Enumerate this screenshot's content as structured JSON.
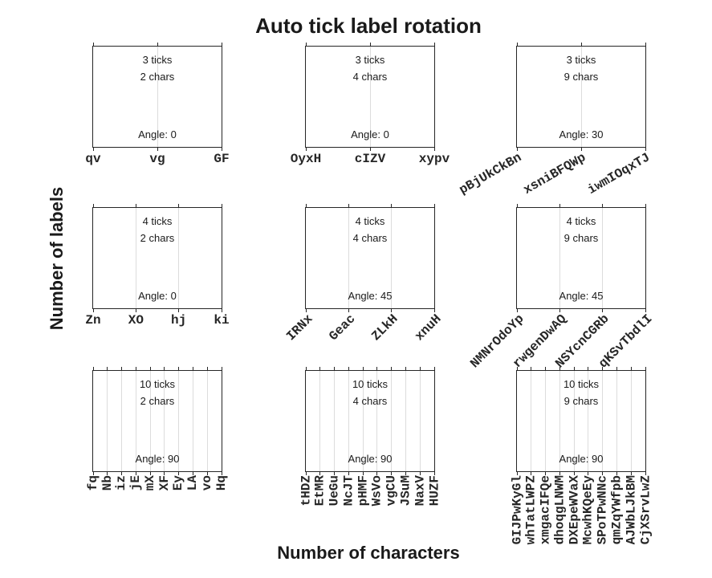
{
  "title": "Auto tick label rotation",
  "axis_labels": {
    "xlabel": "Number of characters",
    "ylabel": "Number of labels"
  },
  "colors": {
    "background": "#ffffff",
    "axes_border": "#262626",
    "gridline": "#dcdcdc",
    "text": "#1a1a1a",
    "tick_label": "#262626"
  },
  "chart_data": {
    "type": "ticklabel-rotation-demo",
    "title": "Auto tick label rotation",
    "xlabel": "Number of characters",
    "ylabel": "Number of labels",
    "grid": true,
    "layout": {
      "rows": 3,
      "cols": 3
    },
    "panels": [
      {
        "row": 1,
        "col": 1,
        "ticks": 3,
        "chars": 2,
        "angle": 0,
        "annotations": [
          "3 ticks",
          "2 chars",
          "Angle: 0"
        ],
        "tick_labels": [
          "qv",
          "vg",
          "GF"
        ]
      },
      {
        "row": 1,
        "col": 2,
        "ticks": 3,
        "chars": 4,
        "angle": 0,
        "annotations": [
          "3 ticks",
          "4 chars",
          "Angle: 0"
        ],
        "tick_labels": [
          "OyxH",
          "cIZV",
          "xypv"
        ]
      },
      {
        "row": 1,
        "col": 3,
        "ticks": 3,
        "chars": 9,
        "angle": 30,
        "annotations": [
          "3 ticks",
          "9 chars",
          "Angle: 30"
        ],
        "tick_labels": [
          "pBjUkCkBn",
          "xsniBFQWp",
          "iwmIOqxTJ"
        ]
      },
      {
        "row": 2,
        "col": 1,
        "ticks": 4,
        "chars": 2,
        "angle": 0,
        "annotations": [
          "4 ticks",
          "2 chars",
          "Angle: 0"
        ],
        "tick_labels": [
          "Zn",
          "XO",
          "hj",
          "ki"
        ]
      },
      {
        "row": 2,
        "col": 2,
        "ticks": 4,
        "chars": 4,
        "angle": 45,
        "annotations": [
          "4 ticks",
          "4 chars",
          "Angle: 45"
        ],
        "tick_labels": [
          "IRNx",
          "Geac",
          "ZLkH",
          "xnuH"
        ]
      },
      {
        "row": 2,
        "col": 3,
        "ticks": 4,
        "chars": 9,
        "angle": 45,
        "annotations": [
          "4 ticks",
          "9 chars",
          "Angle: 45"
        ],
        "tick_labels": [
          "NMNrOdoYp",
          "rwgenDwAQ",
          "NSYcnCGRb",
          "qKSvTbdlI"
        ]
      },
      {
        "row": 3,
        "col": 1,
        "ticks": 10,
        "chars": 2,
        "angle": 90,
        "annotations": [
          "10 ticks",
          "2 chars",
          "Angle: 90"
        ],
        "tick_labels": [
          "fq",
          "Nb",
          "iz",
          "jE",
          "mX",
          "XF",
          "Ey",
          "LA",
          "vo",
          "Hq"
        ]
      },
      {
        "row": 3,
        "col": 2,
        "ticks": 10,
        "chars": 4,
        "angle": 90,
        "annotations": [
          "10 ticks",
          "4 chars",
          "Angle: 90"
        ],
        "tick_labels": [
          "tHDZ",
          "EtMR",
          "UeGu",
          "NcJT",
          "pHMF",
          "WsVo",
          "vgCU",
          "JSuM",
          "NaxV",
          "HUZF"
        ]
      },
      {
        "row": 3,
        "col": 3,
        "ticks": 10,
        "chars": 9,
        "angle": 90,
        "annotations": [
          "10 ticks",
          "9 chars",
          "Angle: 90"
        ],
        "tick_labels": [
          "GIJPwKyGl",
          "whTatLWPZ",
          "xmgacIFQe",
          "dhoqgLNWM",
          "DXEpeWVaX",
          "McwhKQeEy",
          "SPoTPwNNc",
          "qmZqYWfpb",
          "AJWbLJkBM",
          "CjXSrvLwZ"
        ]
      }
    ]
  }
}
